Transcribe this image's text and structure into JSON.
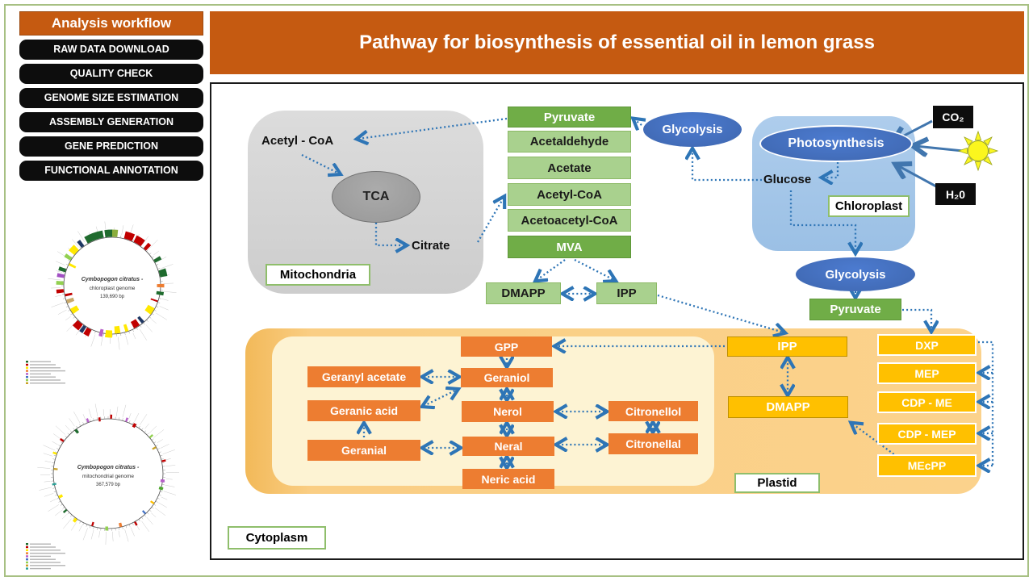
{
  "header": {
    "title": "Pathway for biosynthesis of essential oil in lemon grass"
  },
  "sidebar": {
    "title": "Analysis workflow",
    "steps": [
      "RAW DATA DOWNLOAD",
      "QUALITY CHECK",
      "GENOME SIZE ESTIMATION",
      "ASSEMBLY GENERATION",
      "GENE PREDICTION",
      "FUNCTIONAL ANNOTATION"
    ],
    "genome_figures": [
      {
        "species": "Cymbopogon citratus -",
        "genome": "chloroplast genome",
        "size": "139,690 bp",
        "segments": [
          [
            352,
            360,
            "#1F6B2E",
            1
          ],
          [
            0,
            6,
            "#8AAD3C",
            1
          ],
          [
            14,
            24,
            "#C00000",
            1
          ],
          [
            26,
            36,
            "#C00000",
            1
          ],
          [
            40,
            44,
            "#C00000",
            1
          ],
          [
            58,
            62,
            "#1F6B2E",
            1
          ],
          [
            72,
            80,
            "#1F6B2E",
            1
          ],
          [
            88,
            92,
            "#ED7D31",
            0
          ],
          [
            97,
            101,
            "#1F6B2E",
            0
          ],
          [
            108,
            110,
            "#C00000",
            -1
          ],
          [
            118,
            127,
            "#FFE800",
            -1
          ],
          [
            138,
            142,
            "#1F3864",
            -1
          ],
          [
            145,
            153,
            "#C00000",
            -1
          ],
          [
            160,
            164,
            "#FFE800",
            -1
          ],
          [
            170,
            177,
            "#FFE800",
            -1
          ],
          [
            180,
            188,
            "#FFE800",
            0
          ],
          [
            191,
            195,
            "#B65FC9",
            0
          ],
          [
            205,
            211,
            "#C00000",
            1
          ],
          [
            212,
            216,
            "#1F3864",
            1
          ],
          [
            217,
            225,
            "#C00000",
            1
          ],
          [
            234,
            241,
            "#FFE800",
            -1
          ],
          [
            248,
            253,
            "#C9A96A",
            -1
          ],
          [
            257,
            260,
            "#C00000",
            -1
          ],
          [
            262,
            266,
            "#C00000",
            1
          ],
          [
            271,
            275,
            "#92D050",
            1
          ],
          [
            279,
            283,
            "#A14FC3",
            1
          ],
          [
            286,
            290,
            "#1F6B2E",
            1
          ],
          [
            295,
            298,
            "#FFE800",
            -1
          ],
          [
            301,
            305,
            "#92D050",
            1
          ],
          [
            309,
            317,
            "#FFE800",
            1
          ],
          [
            321,
            325,
            "#1F3864",
            1
          ],
          [
            330,
            350,
            "#1F6B2E",
            1
          ]
        ],
        "legend_colors": [
          "#1F6B2E",
          "#C00000",
          "#FFE800",
          "#ED7D31",
          "#B65FC9",
          "#4472C4",
          "#92D050",
          "#C9A227",
          "#2AA198",
          "#8AAD3C"
        ]
      },
      {
        "species": "Cymbopogon citratus -",
        "genome": "mitochondrial genome",
        "size": "367,579 bp",
        "segments": [
          [
            2,
            4,
            "#C00000",
            1
          ],
          [
            18,
            20,
            "#B65FC9",
            1
          ],
          [
            27,
            30,
            "#C00000",
            0
          ],
          [
            48,
            50,
            "#92D050",
            1
          ],
          [
            60,
            62,
            "#C9A227",
            -1
          ],
          [
            76,
            78,
            "#C00000",
            1
          ],
          [
            96,
            99,
            "#B65FC9",
            0
          ],
          [
            104,
            107,
            "#4EA72E",
            0
          ],
          [
            122,
            124,
            "#FFC000",
            -1
          ],
          [
            136,
            138,
            "#4472C4",
            -1
          ],
          [
            150,
            152,
            "#C00000",
            1
          ],
          [
            165,
            168,
            "#ED7D31",
            -1
          ],
          [
            180,
            183,
            "#92D050",
            0
          ],
          [
            196,
            198,
            "#C00000",
            -1
          ],
          [
            214,
            217,
            "#FFE800",
            1
          ],
          [
            228,
            230,
            "#1F6B2E",
            1
          ],
          [
            243,
            246,
            "#FFE800",
            -1
          ],
          [
            258,
            260,
            "#2AA198",
            0
          ],
          [
            274,
            276,
            "#C9A227",
            -1
          ],
          [
            290,
            292,
            "#FFE800",
            1
          ],
          [
            305,
            307,
            "#C00000",
            1
          ],
          [
            322,
            325,
            "#1F6B2E",
            -1
          ],
          [
            338,
            340,
            "#B65FC9",
            1
          ],
          [
            350,
            352,
            "#C00000",
            0
          ]
        ],
        "legend_colors": [
          "#1F6B2E",
          "#C00000",
          "#FFE800",
          "#ED7D31",
          "#B65FC9",
          "#4472C4",
          "#92D050",
          "#C9A227",
          "#2AA198",
          "#8AAD3C"
        ]
      }
    ]
  },
  "diagram": {
    "compartments": {
      "mitochondria": "Mitochondria",
      "chloroplast": "Chloroplast",
      "plastid": "Plastid",
      "cytoplasm": "Cytoplasm"
    },
    "mitochondria": {
      "acetyl_coa": "Acetyl - CoA",
      "tca": "TCA",
      "citrate": "Citrate"
    },
    "mva": {
      "pyruvate": "Pyruvate",
      "acetaldehyde": "Acetaldehyde",
      "acetate": "Acetate",
      "acetyl_coa": "Acetyl-CoA",
      "acetoacetyl_coa": "Acetoacetyl-CoA",
      "mva": "MVA",
      "dmapp": "DMAPP",
      "ipp": "IPP"
    },
    "photo": {
      "glycolysis_top": "Glycolysis",
      "photosynthesis": "Photosynthesis",
      "glucose": "Glucose",
      "co2": "CO₂",
      "h2o": "H₂0",
      "glycolysis_right": "Glycolysis",
      "pyruvate": "Pyruvate"
    },
    "mep": {
      "ipp": "IPP",
      "dmapp": "DMAPP",
      "dxp": "DXP",
      "mep": "MEP",
      "cdp_me": "CDP - ME",
      "cdp_mep": "CDP - MEP",
      "mecpp": "MEcPP"
    },
    "terpenes": {
      "gpp": "GPP",
      "geranyl_acetate": "Geranyl acetate",
      "geraniol": "Geraniol",
      "geranic_acid": "Geranic acid",
      "nerol": "Nerol",
      "geranial": "Geranial",
      "neral": "Neral",
      "neric_acid": "Neric acid",
      "citronellol": "Citronellol",
      "citronellal": "Citronellal"
    }
  },
  "colors": {
    "header_orange": "#C55A11",
    "box_orange": "#ED7D31",
    "box_gold": "#FFC000",
    "green_dark": "#70AD47",
    "green_light": "#A9D18E",
    "blue_ellipse": "#4472C4",
    "arrow_blue": "#2E75B6",
    "chloroplast_fill": "#9DC3E6",
    "plastid_fill": "#FACE84",
    "mitochondria_fill": "#D6D6D6",
    "black_box": "#0D0D0D",
    "slide_border": "#A7C083"
  }
}
